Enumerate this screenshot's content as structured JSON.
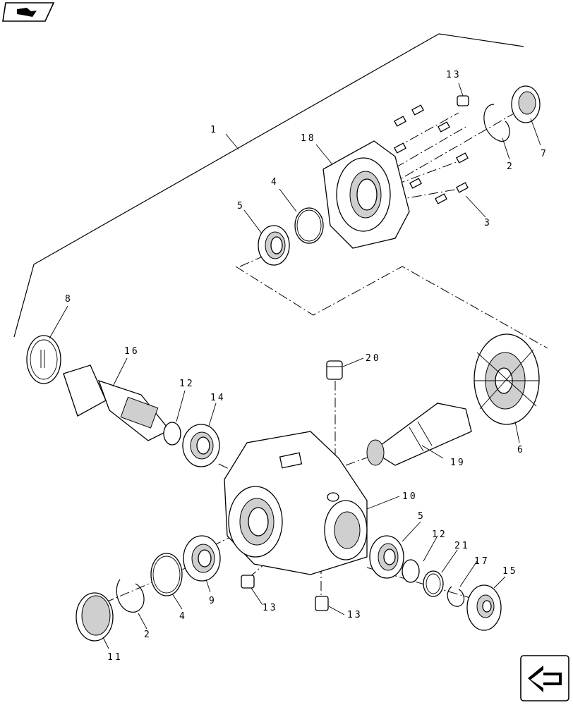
{
  "icons": {
    "top_left": "book-icon",
    "bottom_right": "return-arrow-icon"
  },
  "callouts": [
    {
      "id": "c1",
      "text": "1"
    },
    {
      "id": "c2a",
      "text": "2"
    },
    {
      "id": "c2b",
      "text": "2"
    },
    {
      "id": "c3",
      "text": "3"
    },
    {
      "id": "c4a",
      "text": "4"
    },
    {
      "id": "c4b",
      "text": "4"
    },
    {
      "id": "c5a",
      "text": "5"
    },
    {
      "id": "c5b",
      "text": "5"
    },
    {
      "id": "c6",
      "text": "6"
    },
    {
      "id": "c7",
      "text": "7"
    },
    {
      "id": "c8",
      "text": "8"
    },
    {
      "id": "c9",
      "text": "9"
    },
    {
      "id": "c10",
      "text": "10"
    },
    {
      "id": "c11",
      "text": "11"
    },
    {
      "id": "c12a",
      "text": "12"
    },
    {
      "id": "c12b",
      "text": "12"
    },
    {
      "id": "c13a",
      "text": "13"
    },
    {
      "id": "c13b",
      "text": "13"
    },
    {
      "id": "c13c",
      "text": "13"
    },
    {
      "id": "c14",
      "text": "14"
    },
    {
      "id": "c15",
      "text": "15"
    },
    {
      "id": "c16",
      "text": "16"
    },
    {
      "id": "c17",
      "text": "17"
    },
    {
      "id": "c18",
      "text": "18"
    },
    {
      "id": "c19",
      "text": "19"
    },
    {
      "id": "c20",
      "text": "20"
    },
    {
      "id": "c21",
      "text": "21"
    }
  ]
}
